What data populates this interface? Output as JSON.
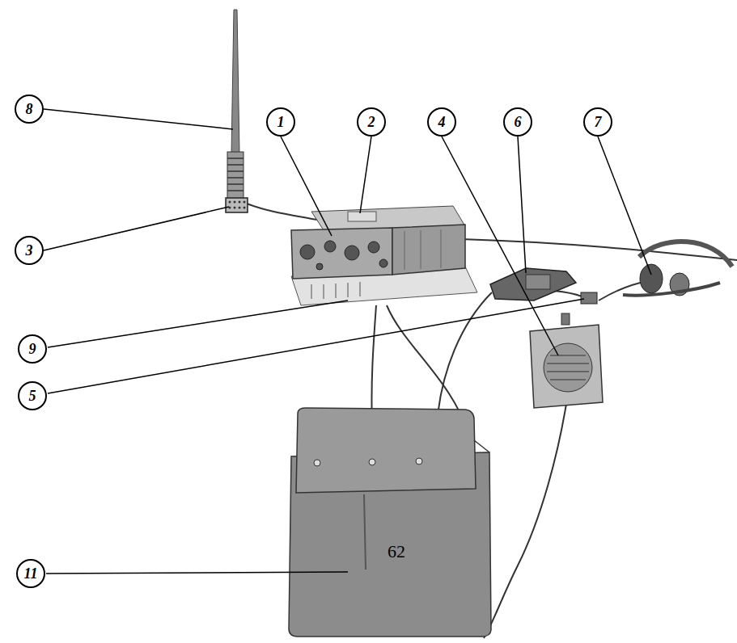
{
  "diagram": {
    "nodes": [
      {
        "text": [
          "8"
        ]
      },
      {
        "text": [
          "1"
        ]
      },
      {
        "text": [
          "2"
        ]
      },
      {
        "text": [
          "4"
        ]
      },
      {
        "text": [
          "6"
        ]
      },
      {
        "text": [
          "7"
        ]
      },
      {
        "text": [
          "3"
        ]
      },
      {
        "text": [
          "9"
        ]
      },
      {
        "text": [
          "5"
        ]
      },
      {
        "text": [
          "11"
        ]
      }
    ],
    "labels": [
      "62"
    ]
  }
}
